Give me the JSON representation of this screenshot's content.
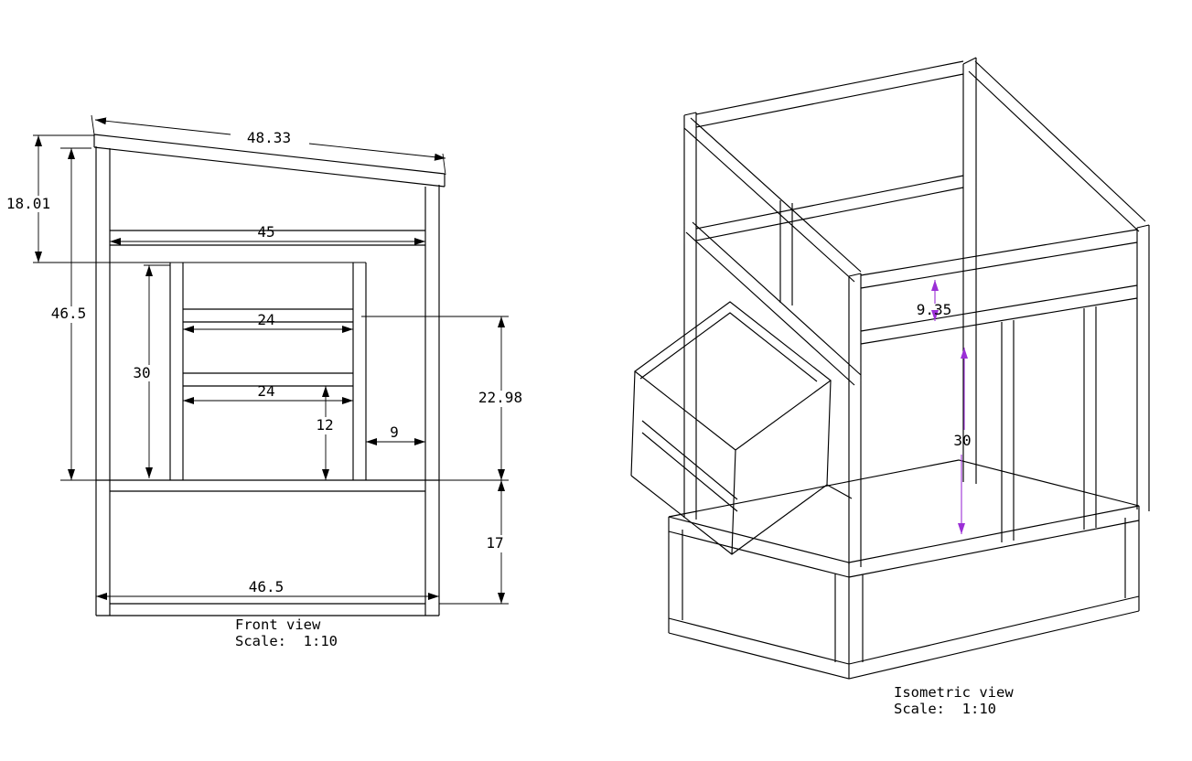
{
  "front_view": {
    "label": "Front view",
    "scale": "Scale:  1:10",
    "dims": {
      "roof_length": "48.33",
      "roof_rise": "18.01",
      "top_beam": "45",
      "left_height": "46.5",
      "opening_height": "30",
      "rail_top": "24",
      "rail_bottom": "24",
      "sill": "12",
      "side_gap": "9",
      "right_height": "22.98",
      "base_height": "17",
      "base_width": "46.5"
    }
  },
  "iso_view": {
    "label": "Isometric view",
    "scale": "Scale:  1:10",
    "dims": {
      "rail_gap": "9.35",
      "opening_height": "30"
    }
  },
  "colors": {
    "line": "#000000",
    "iso_dim": "#9b2fd6"
  }
}
